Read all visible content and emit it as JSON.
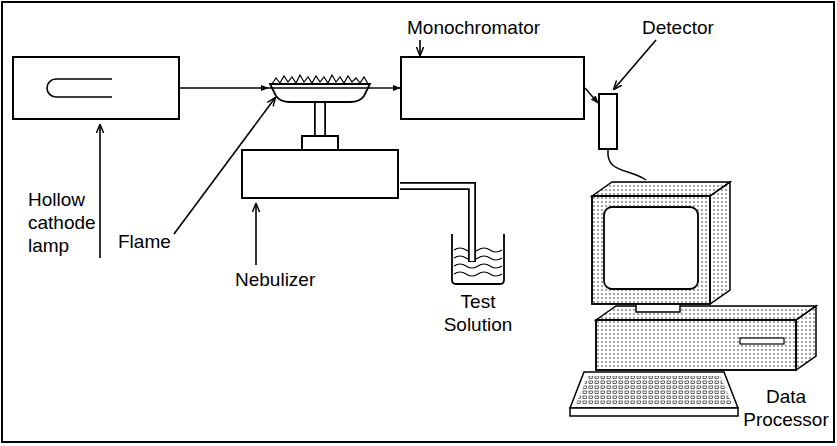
{
  "diagram": {
    "nodes": [
      {
        "text": [
          "Hollow cathode lamp"
        ]
      },
      {
        "text": [
          "Flame"
        ]
      },
      {
        "text": [
          "Monochromator"
        ]
      },
      {
        "text": [
          "Detector"
        ]
      },
      {
        "text": [
          "Nebulizer"
        ]
      },
      {
        "text": [
          "Test Solution"
        ]
      },
      {
        "text": [
          "Data Processor"
        ]
      }
    ],
    "edges": [
      {
        "from": 0,
        "to": 1,
        "arrow": "to"
      },
      {
        "from": 1,
        "to": 2,
        "arrow": "to"
      },
      {
        "from": 2,
        "to": 3,
        "arrow": "to"
      },
      {
        "from": 4,
        "to": 1,
        "arrow": "none"
      },
      {
        "from": 5,
        "to": 4,
        "arrow": "none"
      },
      {
        "from": 3,
        "to": 6,
        "arrow": "none"
      }
    ]
  }
}
